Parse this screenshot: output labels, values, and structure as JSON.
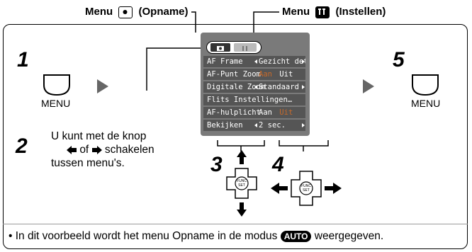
{
  "header": {
    "menu_left_label": "Menu",
    "menu_left_name": "(Opname)",
    "menu_right_label": "Menu",
    "menu_right_name": "(Instellen)"
  },
  "steps": {
    "step1": "1",
    "step2": "2",
    "step3": "3",
    "step4": "4",
    "step5": "5"
  },
  "buttons": {
    "menu_left": "MENU",
    "menu_right": "MENU"
  },
  "instruction": {
    "line1": "U kunt met de knop",
    "line2_mid": "of",
    "line2_end": "schakelen",
    "line3": "tussen menu's."
  },
  "camera_menu": {
    "rows": [
      {
        "label": "AF Frame",
        "value": "Gezicht det.",
        "value2": "",
        "arrows": true
      },
      {
        "label": "AF-Punt Zoom",
        "value": "Aan",
        "value2": "Uit",
        "arrows": false,
        "dim_first": true
      },
      {
        "label": "Digitale Zoom",
        "value": "Standaard",
        "value2": "",
        "arrows": true
      },
      {
        "label": "Flits Instellingen…",
        "value": "",
        "value2": "",
        "arrows": false
      },
      {
        "label": "AF-hulplicht",
        "value": "Aan",
        "value2": "Uit",
        "arrows": false,
        "dim_second": true
      },
      {
        "label": "Bekijken",
        "value": "2 sec.",
        "value2": "",
        "arrows": true
      }
    ]
  },
  "footer": {
    "bullet": "•",
    "text_before": "In dit voorbeeld wordt het menu Opname in de modus",
    "badge": "AUTO",
    "text_after": "weergegeven."
  },
  "colors": {
    "screen_bg": "#7a7a7a",
    "row_bg": "#555555",
    "dim_text": "#c86a2a"
  }
}
